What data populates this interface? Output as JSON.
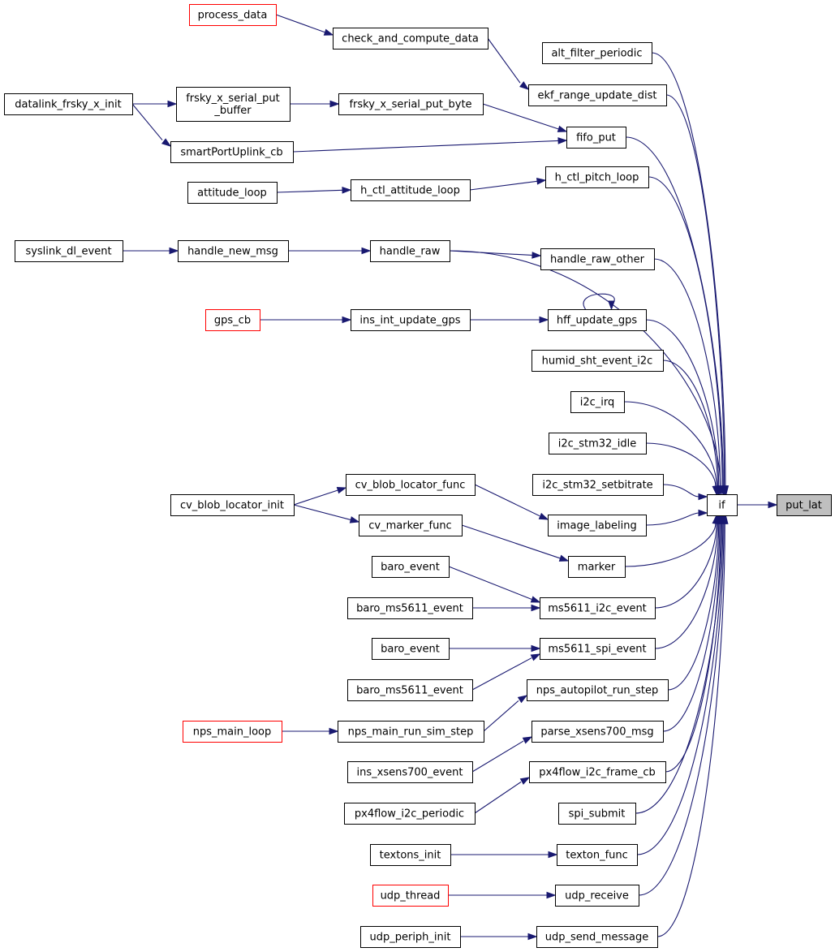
{
  "graph": {
    "colors": {
      "edge": "#191970",
      "red_border": "#ff0000",
      "highlight_fill": "#bfbfbf"
    },
    "nodes": {
      "process_data": {
        "label": [
          "process_data"
        ],
        "style": "red"
      },
      "check_and_compute_data": {
        "label": [
          "check_and_compute_data"
        ]
      },
      "alt_filter_periodic": {
        "label": [
          "alt_filter_periodic"
        ]
      },
      "datalink_frsky_x_init": {
        "label": [
          "datalink_frsky_x_init"
        ]
      },
      "frsky_x_serial_put_buffer": {
        "label": [
          "frsky_x_serial_put",
          "_buffer"
        ]
      },
      "frsky_x_serial_put_byte": {
        "label": [
          "frsky_x_serial_put_byte"
        ]
      },
      "ekf_range_update_dist": {
        "label": [
          "ekf_range_update_dist"
        ]
      },
      "smartPortUplink_cb": {
        "label": [
          "smartPortUplink_cb"
        ]
      },
      "fifo_put": {
        "label": [
          "fifo_put"
        ]
      },
      "attitude_loop": {
        "label": [
          "attitude_loop"
        ]
      },
      "h_ctl_attitude_loop": {
        "label": [
          "h_ctl_attitude_loop"
        ]
      },
      "h_ctl_pitch_loop": {
        "label": [
          "h_ctl_pitch_loop"
        ]
      },
      "syslink_dl_event": {
        "label": [
          "syslink_dl_event"
        ]
      },
      "handle_new_msg": {
        "label": [
          "handle_new_msg"
        ]
      },
      "handle_raw": {
        "label": [
          "handle_raw"
        ]
      },
      "handle_raw_other": {
        "label": [
          "handle_raw_other"
        ]
      },
      "gps_cb": {
        "label": [
          "gps_cb"
        ],
        "style": "red"
      },
      "ins_int_update_gps": {
        "label": [
          "ins_int_update_gps"
        ]
      },
      "hff_update_gps": {
        "label": [
          "hff_update_gps"
        ]
      },
      "humid_sht_event_i2c": {
        "label": [
          "humid_sht_event_i2c"
        ]
      },
      "i2c_irq": {
        "label": [
          "i2c_irq"
        ]
      },
      "i2c_stm32_idle": {
        "label": [
          "i2c_stm32_idle"
        ]
      },
      "cv_blob_locator_func": {
        "label": [
          "cv_blob_locator_func"
        ]
      },
      "i2c_stm32_setbitrate": {
        "label": [
          "i2c_stm32_setbitrate"
        ]
      },
      "cv_blob_locator_init": {
        "label": [
          "cv_blob_locator_init"
        ]
      },
      "if": {
        "label": [
          "if"
        ]
      },
      "put_lat": {
        "label": [
          "put_lat"
        ],
        "style": "highlight"
      },
      "cv_marker_func": {
        "label": [
          "cv_marker_func"
        ]
      },
      "image_labeling": {
        "label": [
          "image_labeling"
        ]
      },
      "marker": {
        "label": [
          "marker"
        ]
      },
      "baro_event_1": {
        "label": [
          "baro_event"
        ]
      },
      "ms5611_i2c_event": {
        "label": [
          "ms5611_i2c_event"
        ]
      },
      "baro_ms5611_event_1": {
        "label": [
          "baro_ms5611_event"
        ]
      },
      "baro_event_2": {
        "label": [
          "baro_event"
        ]
      },
      "ms5611_spi_event": {
        "label": [
          "ms5611_spi_event"
        ]
      },
      "baro_ms5611_event_2": {
        "label": [
          "baro_ms5611_event"
        ]
      },
      "nps_autopilot_run_step": {
        "label": [
          "nps_autopilot_run_step"
        ]
      },
      "nps_main_loop": {
        "label": [
          "nps_main_loop"
        ],
        "style": "red"
      },
      "nps_main_run_sim_step": {
        "label": [
          "nps_main_run_sim_step"
        ]
      },
      "parse_xsens700_msg": {
        "label": [
          "parse_xsens700_msg"
        ]
      },
      "ins_xsens700_event": {
        "label": [
          "ins_xsens700_event"
        ]
      },
      "px4flow_i2c_frame_cb": {
        "label": [
          "px4flow_i2c_frame_cb"
        ]
      },
      "px4flow_i2c_periodic": {
        "label": [
          "px4flow_i2c_periodic"
        ]
      },
      "spi_submit": {
        "label": [
          "spi_submit"
        ]
      },
      "textons_init": {
        "label": [
          "textons_init"
        ]
      },
      "texton_func": {
        "label": [
          "texton_func"
        ]
      },
      "udp_thread": {
        "label": [
          "udp_thread"
        ],
        "style": "red"
      },
      "udp_receive": {
        "label": [
          "udp_receive"
        ]
      },
      "udp_periph_init": {
        "label": [
          "udp_periph_init"
        ]
      },
      "udp_send_message": {
        "label": [
          "udp_send_message"
        ]
      }
    },
    "edges": [
      [
        "process_data",
        "check_and_compute_data"
      ],
      [
        "check_and_compute_data",
        "ekf_range_update_dist"
      ],
      [
        "datalink_frsky_x_init",
        "frsky_x_serial_put_buffer"
      ],
      [
        "datalink_frsky_x_init",
        "frsky_x_serial_put_byte"
      ],
      [
        "datalink_frsky_x_init",
        "smartPortUplink_cb"
      ],
      [
        "frsky_x_serial_put_buffer",
        "frsky_x_serial_put_byte"
      ],
      [
        "frsky_x_serial_put_byte",
        "fifo_put"
      ],
      [
        "smartPortUplink_cb",
        "fifo_put"
      ],
      [
        "attitude_loop",
        "h_ctl_attitude_loop"
      ],
      [
        "h_ctl_attitude_loop",
        "h_ctl_pitch_loop"
      ],
      [
        "syslink_dl_event",
        "handle_new_msg"
      ],
      [
        "handle_new_msg",
        "handle_raw"
      ],
      [
        "handle_raw",
        "handle_raw_other"
      ],
      [
        "gps_cb",
        "ins_int_update_gps"
      ],
      [
        "ins_int_update_gps",
        "hff_update_gps"
      ],
      [
        "hff_update_gps",
        "hff_update_gps"
      ],
      [
        "cv_blob_locator_init",
        "cv_blob_locator_func"
      ],
      [
        "cv_blob_locator_init",
        "cv_marker_func"
      ],
      [
        "cv_blob_locator_func",
        "image_labeling"
      ],
      [
        "cv_marker_func",
        "marker"
      ],
      [
        "baro_event_1",
        "ms5611_i2c_event"
      ],
      [
        "baro_ms5611_event_1",
        "ms5611_i2c_event"
      ],
      [
        "baro_event_2",
        "ms5611_spi_event"
      ],
      [
        "baro_ms5611_event_2",
        "ms5611_spi_event"
      ],
      [
        "nps_main_loop",
        "nps_main_run_sim_step"
      ],
      [
        "nps_main_run_sim_step",
        "nps_autopilot_run_step"
      ],
      [
        "ins_xsens700_event",
        "parse_xsens700_msg"
      ],
      [
        "px4flow_i2c_periodic",
        "px4flow_i2c_frame_cb"
      ],
      [
        "textons_init",
        "texton_func"
      ],
      [
        "udp_thread",
        "udp_receive"
      ],
      [
        "udp_periph_init",
        "udp_send_message"
      ],
      [
        "alt_filter_periodic",
        "if"
      ],
      [
        "ekf_range_update_dist",
        "if"
      ],
      [
        "fifo_put",
        "if"
      ],
      [
        "h_ctl_pitch_loop",
        "if"
      ],
      [
        "handle_raw",
        "if"
      ],
      [
        "handle_raw_other",
        "if"
      ],
      [
        "hff_update_gps",
        "if"
      ],
      [
        "humid_sht_event_i2c",
        "if"
      ],
      [
        "i2c_irq",
        "if"
      ],
      [
        "i2c_stm32_idle",
        "if"
      ],
      [
        "i2c_stm32_setbitrate",
        "if"
      ],
      [
        "image_labeling",
        "if"
      ],
      [
        "marker",
        "if"
      ],
      [
        "ms5611_i2c_event",
        "if"
      ],
      [
        "ms5611_spi_event",
        "if"
      ],
      [
        "nps_autopilot_run_step",
        "if"
      ],
      [
        "parse_xsens700_msg",
        "if"
      ],
      [
        "px4flow_i2c_frame_cb",
        "if"
      ],
      [
        "spi_submit",
        "if"
      ],
      [
        "texton_func",
        "if"
      ],
      [
        "udp_receive",
        "if"
      ],
      [
        "udp_send_message",
        "if"
      ],
      [
        "if",
        "put_lat"
      ]
    ]
  }
}
